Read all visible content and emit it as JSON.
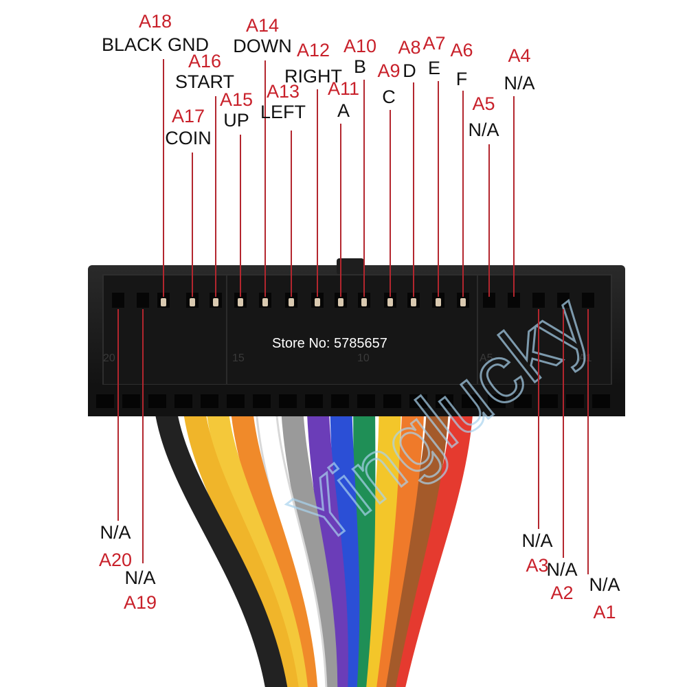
{
  "connector": {
    "store_text": "Store No: 5785657",
    "pin_markers": [
      "20",
      "15",
      "10",
      "A5",
      "A1"
    ],
    "watermark": "Yinglucky"
  },
  "colors": {
    "code": "#c8202a",
    "name": "#111111",
    "leader": "#b3262e",
    "housing": "#1b1b1b",
    "housing_face": "#0f0f0f"
  },
  "pins": [
    {
      "code": "A1",
      "name": "N/A",
      "wire": null,
      "position": "bottom"
    },
    {
      "code": "A2",
      "name": "N/A",
      "wire": null,
      "position": "bottom"
    },
    {
      "code": "A3",
      "name": "N/A",
      "wire": null,
      "position": "bottom"
    },
    {
      "code": "A4",
      "name": "N/A",
      "wire": null,
      "position": "top"
    },
    {
      "code": "A5",
      "name": "N/A",
      "wire": null,
      "position": "top"
    },
    {
      "code": "A6",
      "name": "F",
      "wire": "#e53a2f",
      "position": "top"
    },
    {
      "code": "A7",
      "name": "E",
      "wire": "#a45a2a",
      "position": "top"
    },
    {
      "code": "A8",
      "name": "D",
      "wire": "#ef7a2a",
      "position": "top"
    },
    {
      "code": "A9",
      "name": "C",
      "wire": "#f3c62a",
      "position": "top"
    },
    {
      "code": "A10",
      "name": "B",
      "wire": "#1f8f56",
      "position": "top"
    },
    {
      "code": "A11",
      "name": "A",
      "wire": "#2b4fd6",
      "position": "top"
    },
    {
      "code": "A12",
      "name": "RIGHT",
      "wire": "#6b3db8",
      "position": "top"
    },
    {
      "code": "A13",
      "name": "LEFT",
      "wire": "#9a9a9a",
      "position": "top"
    },
    {
      "code": "A14",
      "name": "DOWN",
      "wire": "#f4f4f4",
      "position": "top"
    },
    {
      "code": "A15",
      "name": "UP",
      "wire": "#f08a2a",
      "position": "top"
    },
    {
      "code": "A16",
      "name": "START",
      "wire": "#f4c83a",
      "position": "top"
    },
    {
      "code": "A17",
      "name": "COIN",
      "wire": "#f0b52a",
      "position": "top"
    },
    {
      "code": "A18",
      "name": "BLACK GND",
      "wire": "#222222",
      "position": "top"
    },
    {
      "code": "A19",
      "name": "N/A",
      "wire": null,
      "position": "bottom"
    },
    {
      "code": "A20",
      "name": "N/A",
      "wire": null,
      "position": "bottom"
    }
  ]
}
